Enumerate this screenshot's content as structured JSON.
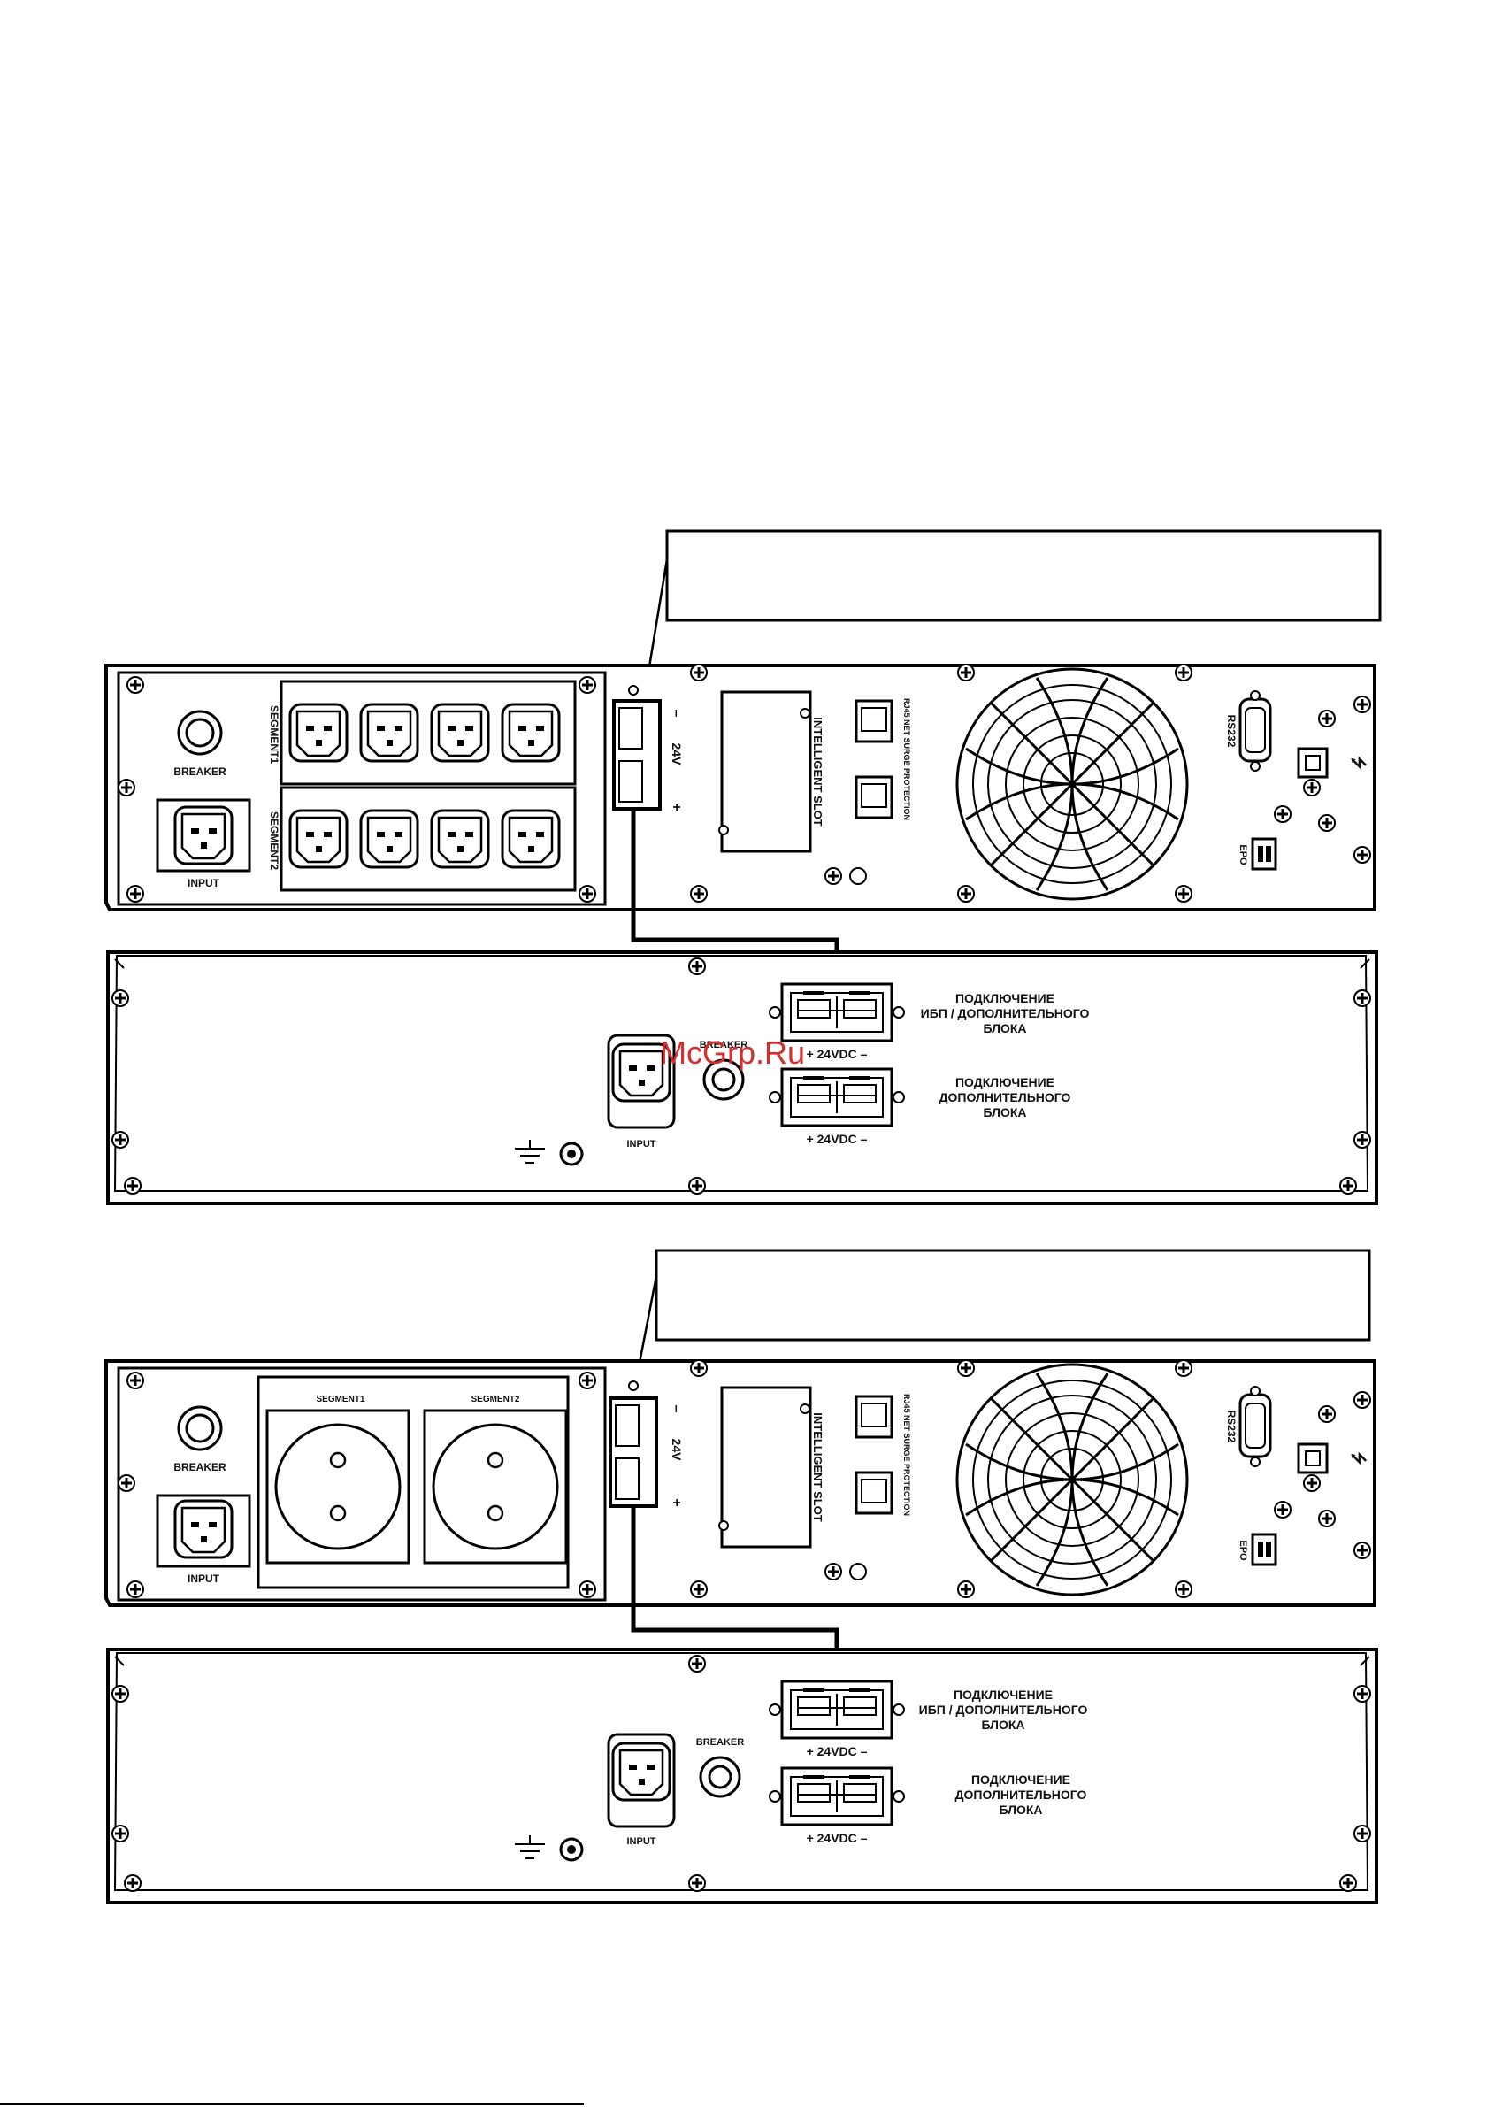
{
  "diagram_1": {
    "ups_labels": {
      "breaker": "BREAKER",
      "input": "INPUT",
      "segment1": "SEGMENT1",
      "segment2": "SEGMENT2",
      "voltage": "24V",
      "minus": "–",
      "plus": "+",
      "intelligent_slot": "INTELLIGENT SLOT",
      "rj45": "RJ45 NET SURGE PROTECTION",
      "rs232": "RS232",
      "epo": "EPO"
    },
    "battery_labels": {
      "breaker": "BREAKER",
      "input": "INPUT",
      "port1_caption": [
        "ПОДКЛЮЧЕНИЕ",
        "ИБП / ДОПОЛНИТЕЛЬНОГО",
        "БЛОКА"
      ],
      "port2_caption": [
        "ПОДКЛЮЧЕНИЕ",
        "ДОПОЛНИТЕЛЬНОГО",
        "БЛОКА"
      ],
      "port_voltage": "+ 24VDC –"
    }
  },
  "diagram_2": {
    "ups_labels": {
      "breaker": "BREAKER",
      "input": "INPUT",
      "segment1": "SEGMENT1",
      "segment2": "SEGMENT2",
      "voltage": "24V",
      "minus": "–",
      "plus": "+",
      "intelligent_slot": "INTELLIGENT SLOT",
      "rj45": "RJ45 NET SURGE PROTECTION",
      "rs232": "RS232",
      "epo": "EPO"
    },
    "battery_labels": {
      "breaker": "BREAKER",
      "input": "INPUT",
      "port1_caption": [
        "ПОДКЛЮЧЕНИЕ",
        "ИБП / ДОПОЛНИТЕЛЬНОГО",
        "БЛОКА"
      ],
      "port2_caption": [
        "ПОДКЛЮЧЕНИЕ",
        "ДОПОЛНИТЕЛЬНОГО",
        "БЛОКА"
      ],
      "port_voltage": "+ 24VDC –"
    }
  },
  "watermark": "McGrp.Ru"
}
